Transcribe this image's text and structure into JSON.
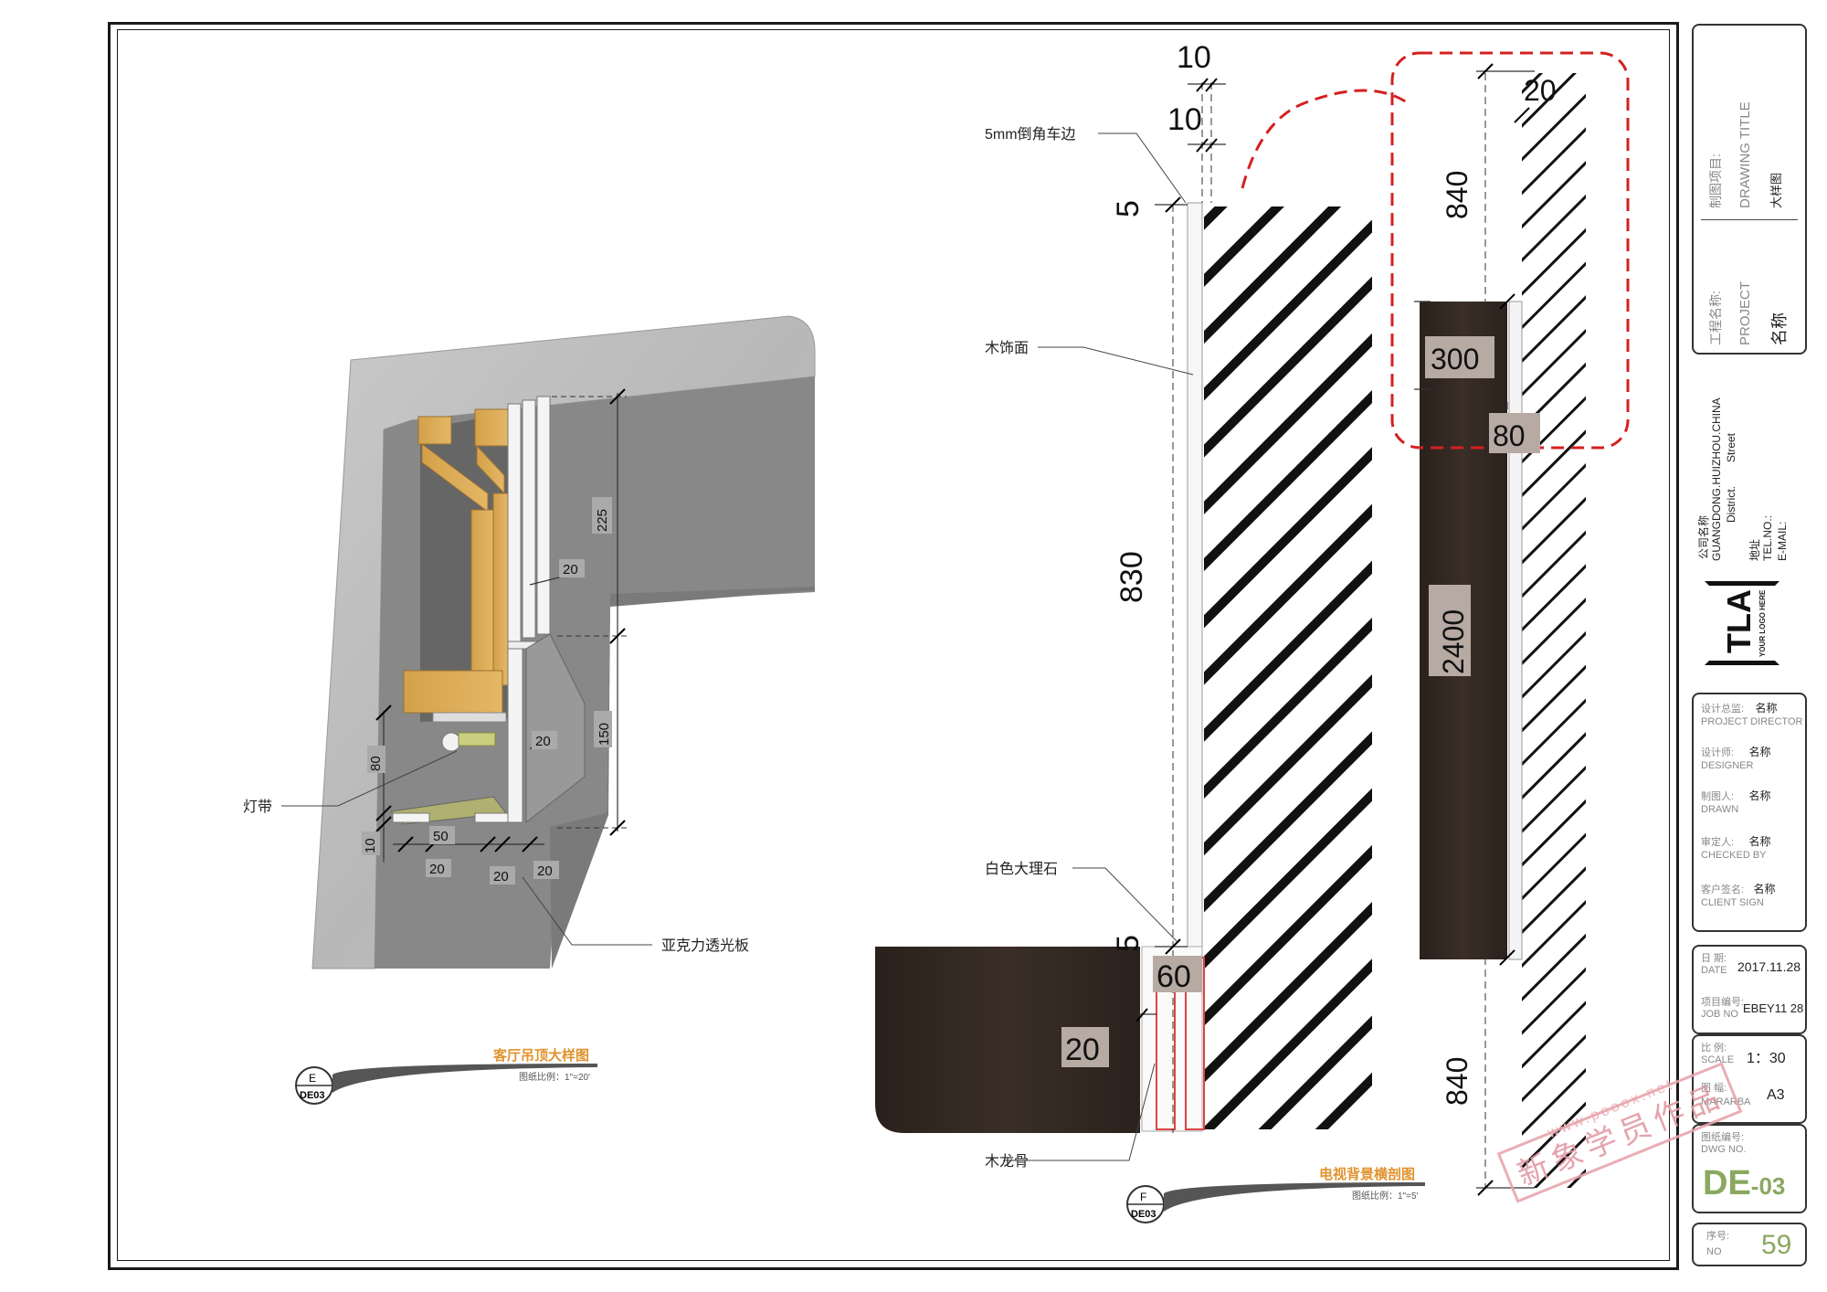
{
  "left_view": {
    "title": "客厅吊顶大样图",
    "scale": "图纸比例：1\"=20'",
    "ref_top": "E",
    "ref_bottom": "DE03",
    "labels": {
      "light_strip": "灯带",
      "acrylic": "亚克力透光板"
    },
    "dims": {
      "d225": "225",
      "d150": "150",
      "d80": "80",
      "d10": "10",
      "d50": "50",
      "d20a": "20",
      "d20b": "20",
      "d20c": "20",
      "d20d": "20",
      "d20e": "20"
    }
  },
  "right_view": {
    "title": "电视背景横剖图",
    "scale": "图纸比例：1\"=5'",
    "ref_top": "F",
    "ref_bottom": "DE03",
    "labels": {
      "chamfer": "5mm倒角车边",
      "wood_face": "木饰面",
      "marble": "白色大理石",
      "keel": "木龙骨"
    },
    "dims": {
      "top10a": "10",
      "top10b": "10",
      "top5": "5",
      "h830": "830",
      "bot5": "5",
      "w60": "60",
      "w20": "20",
      "r20": "20",
      "r840a": "840",
      "r300": "300",
      "r80": "80",
      "r2400": "2400",
      "r840b": "840"
    }
  },
  "title_block": {
    "drawing_title_cn": "制图项目:",
    "drawing_title_en": "DRAWING TITLE",
    "drawing_title_val": "大样图",
    "project_cn": "工程名称:",
    "project_en": "PROJECT",
    "project_val": "名称",
    "company": "公司名称",
    "address_line": "GUANGDONG.HUIZHOU.CHINA",
    "district": "District.",
    "street": "Street",
    "addr": "地址",
    "tel": "TEL.NO.:",
    "email": "E-MAIL:",
    "logo": "TLA",
    "logo_sub": "YOUR LOGO HERE",
    "people": [
      {
        "cn": "设计总监:",
        "en": "PROJECT DIRECTOR",
        "val": "名称"
      },
      {
        "cn": "设计师:",
        "en": "DESIGNER",
        "val": "名称"
      },
      {
        "cn": "制图人:",
        "en": "DRAWN",
        "val": "名称"
      },
      {
        "cn": "审定人:",
        "en": "CHECKED BY",
        "val": "名称"
      },
      {
        "cn": "客户签名:",
        "en": "CLIENT SIGN",
        "val": "名称"
      }
    ],
    "date_cn": "日 期:",
    "date_en": "DATE",
    "date_val": "2017.11.28",
    "job_cn": "项目编号:",
    "job_en": "JOB NO",
    "job_val": "EBEY11 28",
    "scale_cn": "比 例:",
    "scale_en": "SCALE",
    "scale_val": "1：30",
    "size_cn": "图 幅:",
    "size_en": "MARARBA",
    "size_val": "A3",
    "dwg_cn": "图纸编号:",
    "dwg_en": "DWG NO.",
    "dwg_main": "DE",
    "dwg_num": "-03",
    "no_cn": "序号:",
    "no_en": "NO",
    "no_val": "59"
  },
  "watermark": {
    "text": "新象学员作品",
    "site": "www.pooox.net"
  }
}
